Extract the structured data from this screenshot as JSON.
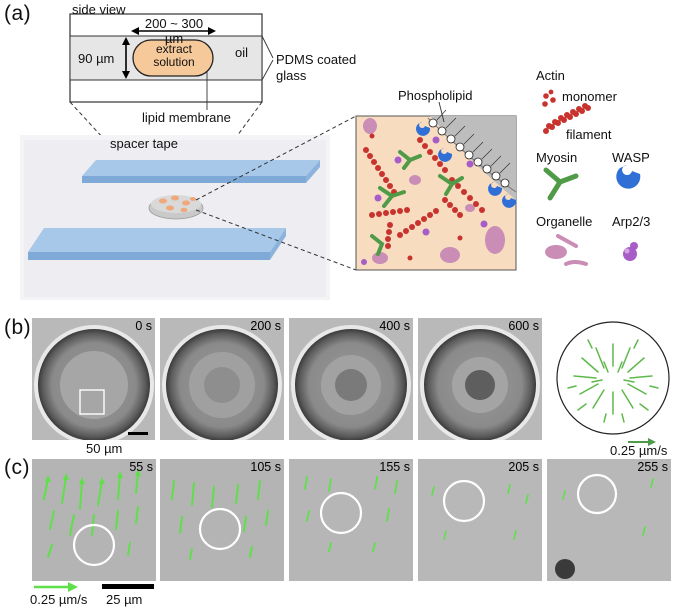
{
  "panel_labels": {
    "a": "(a)",
    "b": "(b)",
    "c": "(c)"
  },
  "panel_a": {
    "side_view": "side view",
    "width_range": "200 ~ 300 µm",
    "height": "90 µm",
    "droplet": "extract\nsolution",
    "oil": "oil",
    "pdms": "PDMS coated\nglass",
    "lipid": "lipid membrane",
    "spacer": "spacer tape",
    "phospholipid": "Phospholipid"
  },
  "legend": {
    "actin": "Actin",
    "monomer": "monomer",
    "filament": "filament",
    "myosin": "Myosin",
    "wasp": "WASP",
    "organelle": "Organelle",
    "arp": "Arp2/3"
  },
  "panel_b": {
    "times": [
      "0 s",
      "200 s",
      "400 s",
      "600 s"
    ],
    "scale_bar": "50 µm",
    "vel_scale": "0.25 µm/s"
  },
  "panel_c": {
    "times": [
      "55 s",
      "105 s",
      "155 s",
      "205 s",
      "255 s"
    ],
    "vel_scale": "0.25 µm/s",
    "scale_bar": "25 µm"
  },
  "colors": {
    "droplet_fill": "#f5c99a",
    "spacer_blue": "#a8c8ea",
    "filament_red": "#c8332e",
    "myosin_green": "#4f9b48",
    "wasp_blue": "#2f6fd6",
    "organelle_pink": "#c98db6",
    "arp_purple": "#a85cc8",
    "flow_green": "#5fe04a"
  }
}
